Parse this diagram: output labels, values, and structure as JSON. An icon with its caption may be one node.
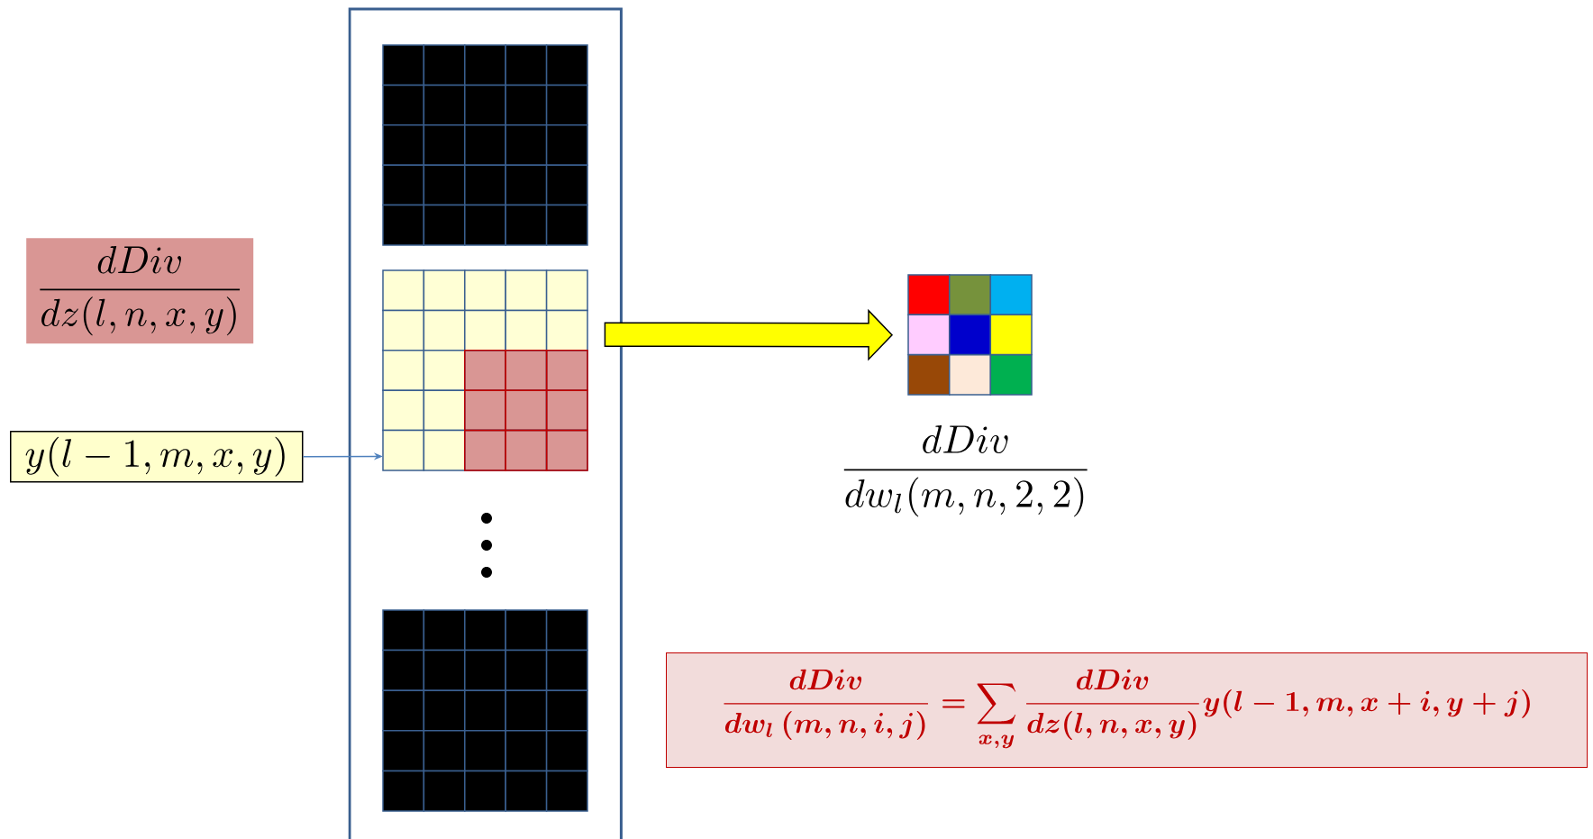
{
  "diagram": {
    "nodes": [
      {
        "text": [],
        "shape": "box"
      },
      {
        "text": [],
        "shape": "grid",
        "in": 0
      },
      {
        "text": [],
        "shape": "grid",
        "in": 0
      },
      {
        "text": [],
        "shape": "grid",
        "in": 0
      },
      {
        "text": [
          "\\frac{dDiv}{dz(l,n,x,y)}"
        ]
      },
      {
        "text": [
          "y(l-1,m,x,y)"
        ]
      },
      {
        "text": [],
        "shape": "grid",
        "beside": [
          "\\frac{dDiv}{dw_l(m,n,2,2)}"
        ]
      },
      {
        "text": [
          "\\frac{dDiv}{dw_l\\,(m,n,i,j)}=\\sum_{x,y}\\frac{dDiv}{dz(l,n,x,y)}y(l-1,m,x+i,y+j)"
        ]
      }
    ],
    "edges": [
      {
        "from": 5,
        "to": 2,
        "arrow": "to",
        "color": "#4f81bd"
      },
      {
        "from": 2,
        "to": 6,
        "arrow": "to",
        "style": "thick",
        "color": "#ffff00"
      }
    ]
  }
}
